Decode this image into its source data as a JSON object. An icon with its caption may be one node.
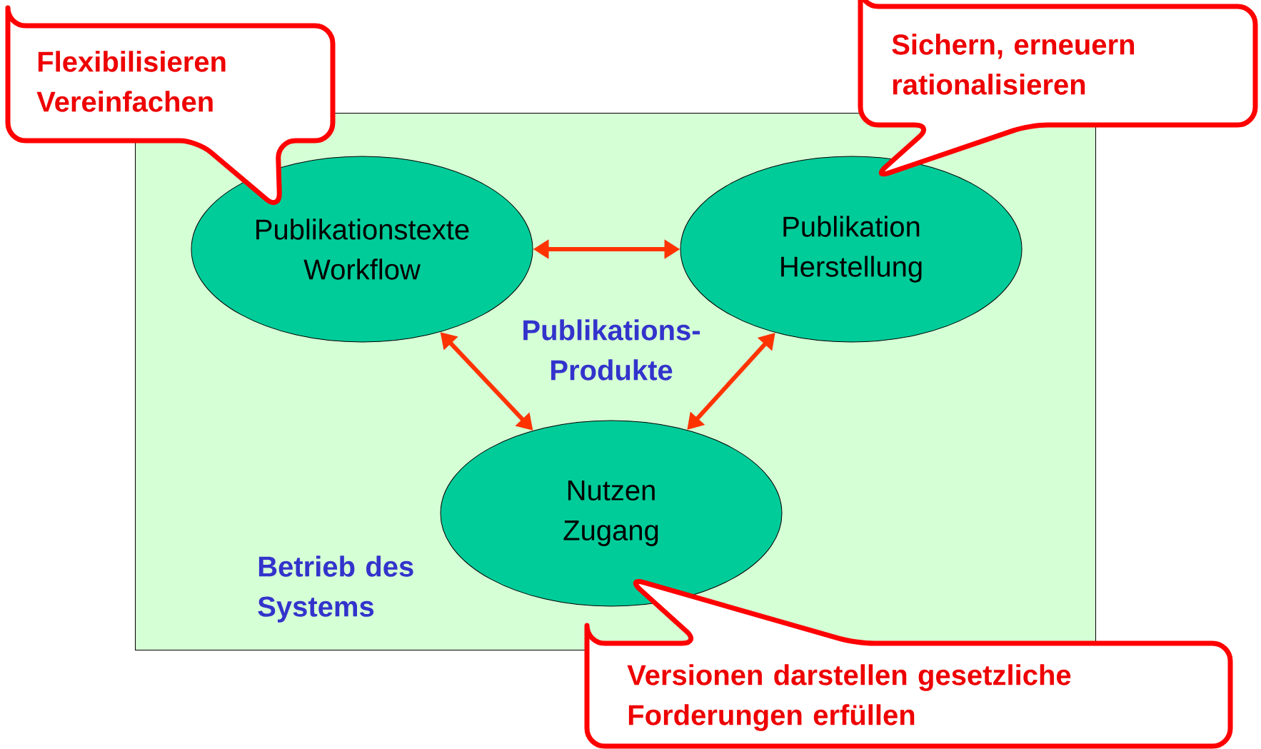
{
  "diagram": {
    "nodes": [
      {
        "text": [
          "Publikations- Produkte",
          "Betrieb des Systems"
        ]
      },
      {
        "text": [
          "Publikationstexte Workflow"
        ],
        "in": 0
      },
      {
        "text": [
          "Publikation Herstellung"
        ],
        "in": 0
      },
      {
        "text": [
          "Nutzen Zugang"
        ],
        "in": 0
      },
      {
        "text": [
          "Flexibilisieren Vereinfachen"
        ]
      },
      {
        "text": [
          "Sichern, erneuern rationalisieren"
        ]
      },
      {
        "text": [
          "Versionen darstellen gesetzliche Forderungen erfüllen"
        ]
      }
    ],
    "edges": [
      {
        "from": 1,
        "to": 2,
        "arrow": "both"
      },
      {
        "from": 1,
        "to": 3,
        "arrow": "both"
      },
      {
        "from": 2,
        "to": 3,
        "arrow": "both"
      }
    ]
  }
}
